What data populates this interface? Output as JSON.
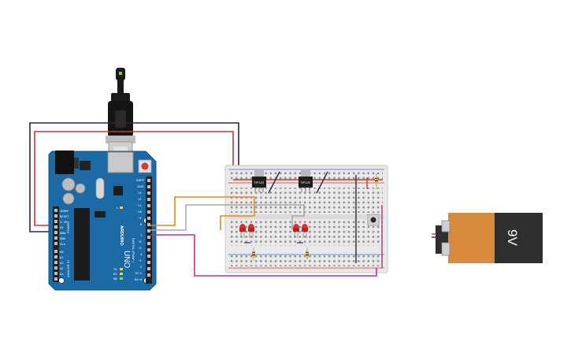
{
  "arduino": {
    "brand": "ARDUINO",
    "model": "UNO",
    "digital_header_label": "DIGITAL (PWM~)",
    "analog_header_label": "ANALOG IN",
    "power_header_label": "POWER",
    "reset_label": "RESET",
    "aref_label": "AREF",
    "gnd_label": "GND",
    "digital_pins": [
      "13",
      "12",
      "~11",
      "~10",
      "~9",
      "8",
      "7",
      "~6",
      "~5",
      "4",
      "~3",
      "2",
      "TX→1",
      "RX←0"
    ],
    "power_pins": [
      "IOREF",
      "RESET",
      "3.3V",
      "5V",
      "GND",
      "GND",
      "Vin"
    ],
    "analog_pins": [
      "A0",
      "A1",
      "A2",
      "A3",
      "A4",
      "A5"
    ],
    "led_labels": [
      "L",
      "TX",
      "RX",
      "ON"
    ]
  },
  "breadboard": {
    "transistor_labels": [
      "TIP120",
      "TIP120"
    ]
  },
  "battery": {
    "label": "9V"
  },
  "colors": {
    "arduino_board": "#1b6aa5",
    "breadboard": "#e9e9e9",
    "wire_red": "#d63030",
    "wire_black": "#2a2a2a",
    "wire_orange": "#e08a1e",
    "wire_gray": "#a9a9a9",
    "wire_magenta": "#c0308a",
    "battery_orange": "#d98a3c",
    "battery_dark": "#2f2f2f"
  }
}
